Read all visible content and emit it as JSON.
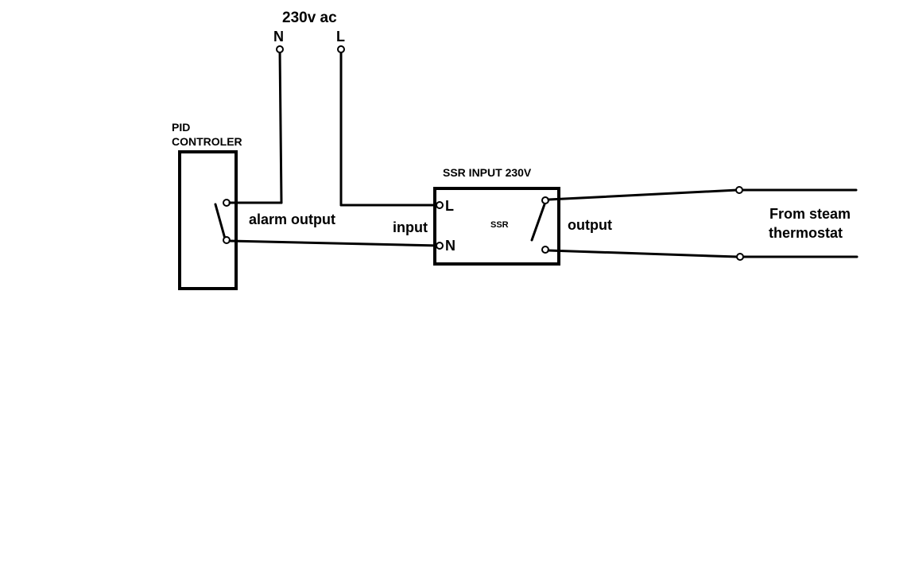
{
  "supply": {
    "title": "230v ac",
    "neutral_label": "N",
    "line_label": "L"
  },
  "pid": {
    "title_line1": "PID",
    "title_line2": "CONTROLER",
    "alarm_label": "alarm output"
  },
  "ssr": {
    "title": "SSR INPUT 230V",
    "center_label": "SSR",
    "input_label": "input",
    "input_l": "L",
    "input_n": "N",
    "output_label": "output"
  },
  "thermostat": {
    "label_line1": "From steam",
    "label_line2": "thermostat"
  },
  "colors": {
    "background": "#ffffff",
    "ink": "#000000"
  }
}
